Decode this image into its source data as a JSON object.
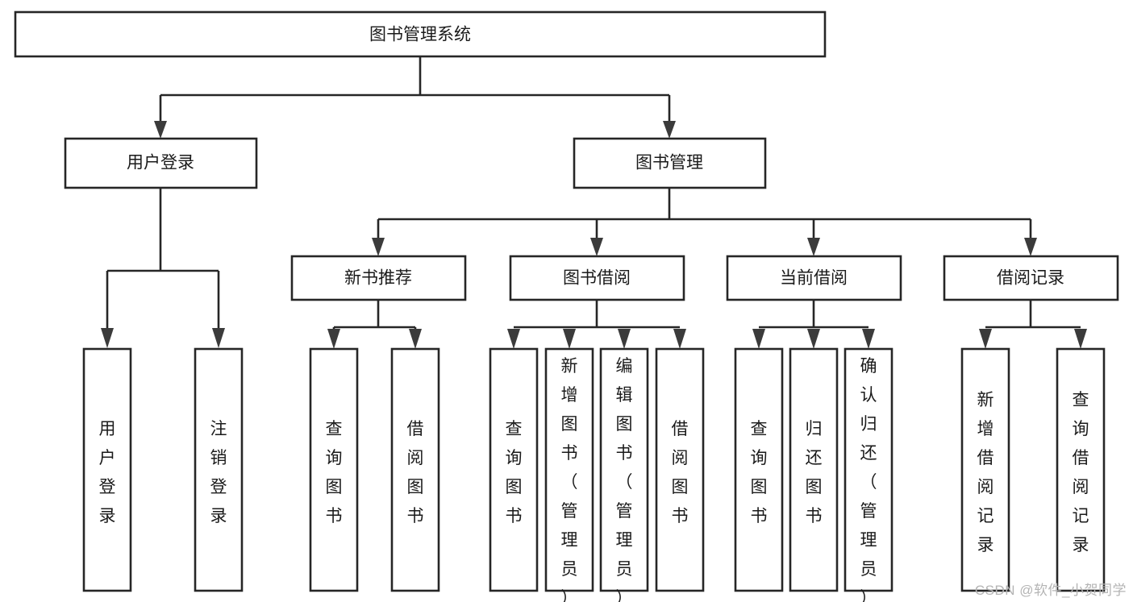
{
  "diagram": {
    "type": "tree",
    "title": "图书管理系统",
    "watermark": "CSDN @软件_小贺同学",
    "style": {
      "background": "#ffffff",
      "box_fill": "#ffffff",
      "box_stroke": "#262626",
      "text_color": "#1a1a1a",
      "watermark_color": "#b4b4b4"
    },
    "levels": {
      "root": {
        "label": "图书管理系统",
        "orientation": "horizontal"
      },
      "level2": [
        {
          "label": "用户登录",
          "orientation": "horizontal"
        },
        {
          "label": "图书管理",
          "orientation": "horizontal"
        }
      ],
      "level3": [
        {
          "label": "新书推荐",
          "orientation": "horizontal",
          "parent": "图书管理"
        },
        {
          "label": "图书借阅",
          "orientation": "horizontal",
          "parent": "图书管理"
        },
        {
          "label": "当前借阅",
          "orientation": "horizontal",
          "parent": "图书管理"
        },
        {
          "label": "借阅记录",
          "orientation": "horizontal",
          "parent": "图书管理"
        }
      ],
      "leaves": [
        {
          "label": "用户登录",
          "parent": "用户登录",
          "orientation": "vertical"
        },
        {
          "label": "注销登录",
          "parent": "用户登录",
          "orientation": "vertical"
        },
        {
          "label": "查询图书",
          "parent": "新书推荐",
          "orientation": "vertical"
        },
        {
          "label": "借阅图书",
          "parent": "新书推荐",
          "orientation": "vertical"
        },
        {
          "label": "查询图书",
          "parent": "图书借阅",
          "orientation": "vertical"
        },
        {
          "label": "新增图书（管理员）",
          "parent": "图书借阅",
          "orientation": "vertical"
        },
        {
          "label": "编辑图书（管理员）",
          "parent": "图书借阅",
          "orientation": "vertical"
        },
        {
          "label": "借阅图书",
          "parent": "图书借阅",
          "orientation": "vertical"
        },
        {
          "label": "查询图书",
          "parent": "当前借阅",
          "orientation": "vertical"
        },
        {
          "label": "归还图书",
          "parent": "当前借阅",
          "orientation": "vertical"
        },
        {
          "label": "确认归还（管理员）",
          "parent": "当前借阅",
          "orientation": "vertical"
        },
        {
          "label": "新增借阅记录",
          "parent": "借阅记录",
          "orientation": "vertical"
        },
        {
          "label": "查询借阅记录",
          "parent": "借阅记录",
          "orientation": "vertical"
        }
      ]
    }
  }
}
